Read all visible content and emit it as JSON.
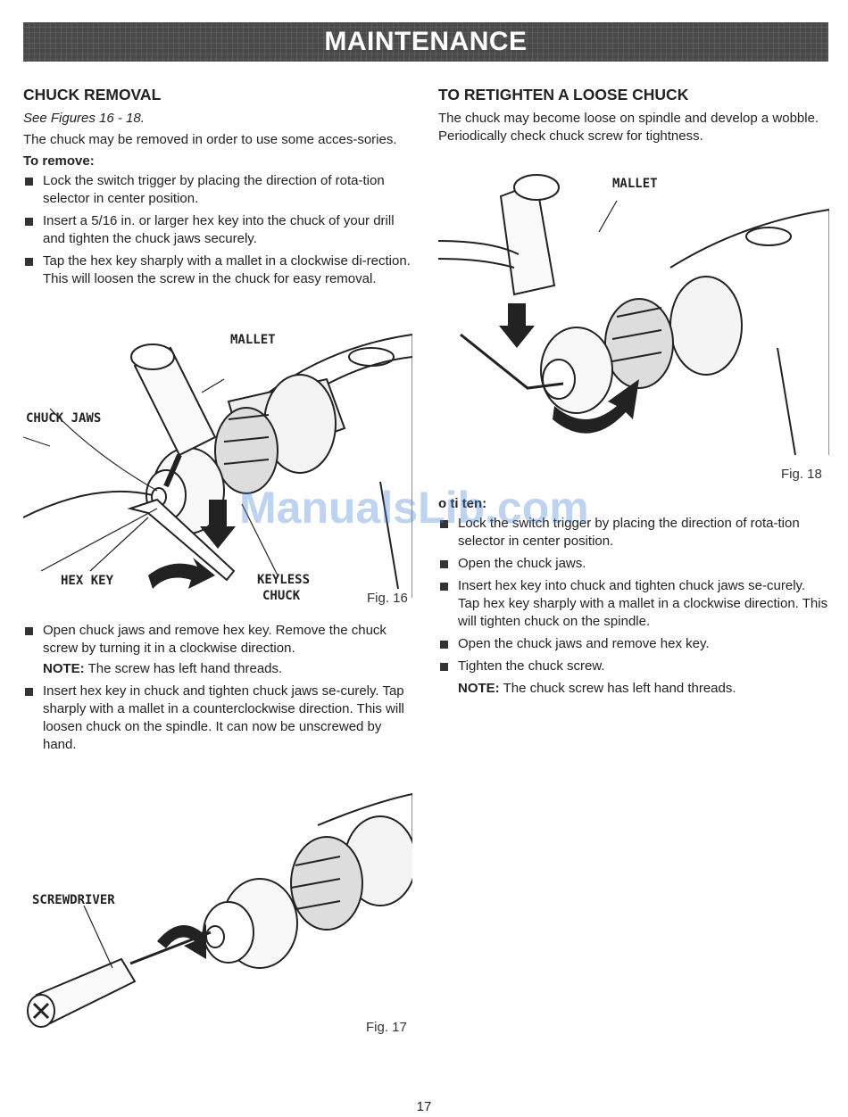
{
  "banner": {
    "title": "MAINTENANCE"
  },
  "left": {
    "heading": "CHUCK REMOVAL",
    "see_figures": "See Figures 16 - 18.",
    "intro": "The chuck may be removed in order to use some acces-sories.",
    "to_remove": "To remove:",
    "steps_a": [
      "Lock the switch trigger by placing the direction of rota-tion selector in center position.",
      "Insert a 5/16 in. or larger hex key into the chuck of your drill and tighten the chuck jaws securely.",
      "Tap the hex key sharply with a mallet in a clockwise di-rection. This will loosen the screw in the chuck for easy removal."
    ],
    "step_b": "Open chuck jaws and remove hex key. Remove the chuck screw by turning it in a clockwise direction.",
    "note_b_label": "NOTE:",
    "note_b_text": " The screw has left hand threads.",
    "step_c": "Insert hex key in chuck and tighten chuck jaws se-curely. Tap sharply with a mallet in a counterclockwise direction. This will loosen chuck on the spindle. It can now be unscrewed by hand."
  },
  "fig16": {
    "caption": "Fig. 16",
    "mallet": "MALLET",
    "chuck_jaws": "CHUCK JAWS",
    "hex_key": "HEX KEY",
    "keyless_chuck_1": "KEYLESS",
    "keyless_chuck_2": "CHUCK"
  },
  "fig17": {
    "caption": "Fig. 17",
    "screwdriver": "SCREWDRIVER"
  },
  "right": {
    "heading": "TO RETIGHTEN A LOOSE CHUCK",
    "intro": "The chuck may become loose on spindle and develop a wobble. Periodically check chuck screw for tightness.",
    "to_tighten": "o ti  ten:",
    "steps": [
      "Lock the switch trigger by placing the direction of rota-tion selector in center position.",
      "Open the chuck jaws.",
      "Insert hex key into chuck and tighten chuck jaws se-curely. Tap hex key sharply with a mallet in a clockwise direction. This will tighten chuck on the spindle.",
      "Open the chuck jaws and remove hex key.",
      "Tighten the chuck screw."
    ],
    "note_label": "NOTE:",
    "note_text": " The chuck screw has left hand threads."
  },
  "fig18": {
    "caption": "Fig. 18",
    "mallet": "MALLET"
  },
  "watermark": "ManualsLib.com",
  "page_number": "17"
}
